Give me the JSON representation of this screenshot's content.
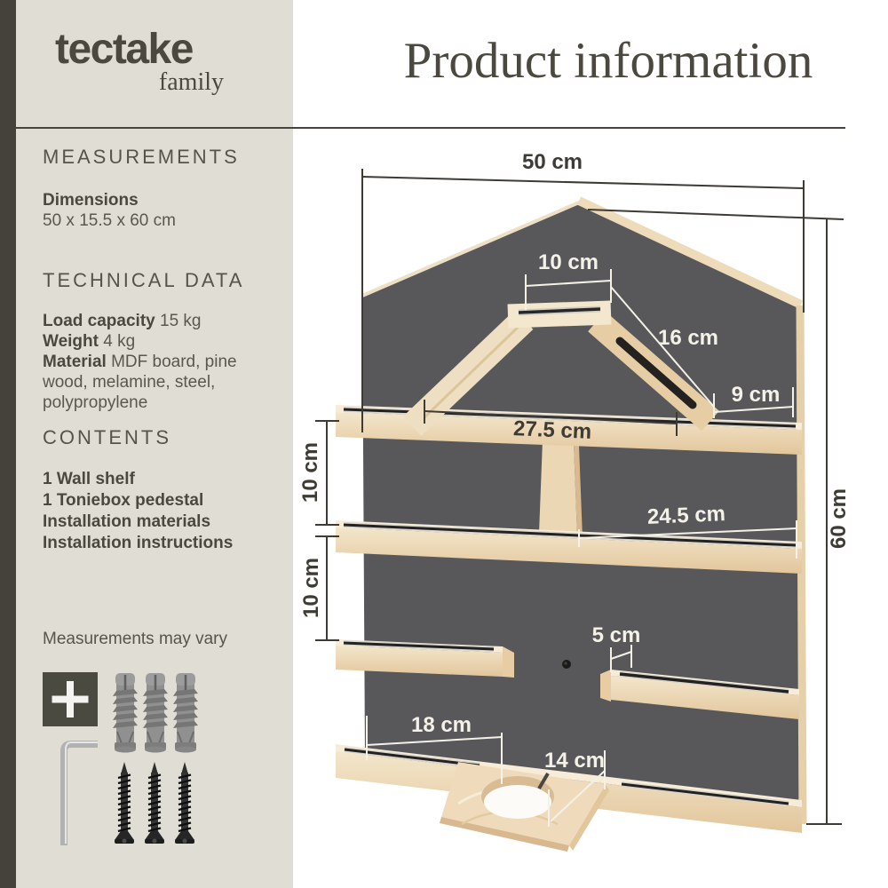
{
  "brand": {
    "name": "tectake",
    "family": "family"
  },
  "header": {
    "title": "Product information"
  },
  "sidebar": {
    "measurements": {
      "heading": "MEASUREMENTS",
      "dimensions_label": "Dimensions",
      "dimensions_value": "50 x 15.5 x 60 cm"
    },
    "technical": {
      "heading": "TECHNICAL DATA",
      "rows": [
        {
          "label": "Load capacity",
          "value": "15 kg"
        },
        {
          "label": "Weight",
          "value": "4 kg"
        },
        {
          "label": "Material",
          "value": "MDF board, pine wood, melamine, steel, polypropylene"
        }
      ]
    },
    "contents": {
      "heading": "CONTENTS",
      "items": [
        "1 Wall shelf",
        "1 Toniebox pedestal",
        "Installation materials",
        "Installation instructions"
      ]
    },
    "note": "Measurements may vary",
    "hardware_icons": [
      "plus-icon",
      "wall-plug-icon",
      "allen-key-icon",
      "screw-icon"
    ]
  },
  "diagram": {
    "labels": {
      "total_width": "50 cm",
      "total_height": "60 cm",
      "roof_stand_top": "10 cm",
      "roof_slope": "16 cm",
      "eave_shelf": "9 cm",
      "top_shelf_span": "27.5 cm",
      "row_gap_1": "10 cm",
      "row_gap_2": "10 cm",
      "middle_shelf_span": "24.5 cm",
      "small_shelf_depth": "5 cm",
      "bottom_shelf_span": "18 cm",
      "pedestal_width": "14 cm"
    }
  },
  "colors": {
    "accent_dark": "#44423a",
    "sidebar_bg": "#e0ded4",
    "text_dark": "#4b4840",
    "panel_gray": "#58585b",
    "wood": "#ecd7b4",
    "dim_line_light": "#f4f1e9",
    "dim_line_dark": "#3e3b34"
  }
}
